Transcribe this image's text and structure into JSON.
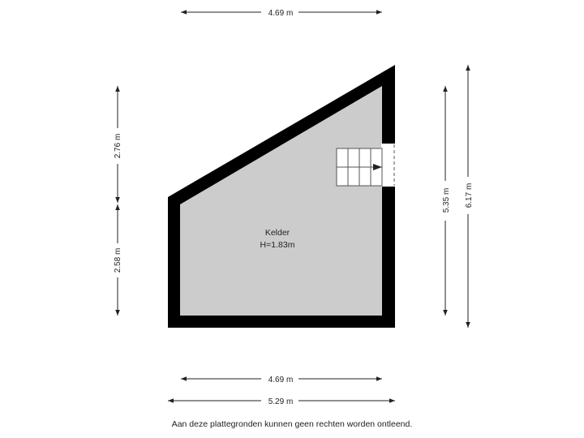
{
  "room": {
    "name": "Kelder",
    "height": "H=1.83m"
  },
  "dimensions": {
    "top_width": "4.69 m",
    "bottom_inner_width": "4.69 m",
    "bottom_outer_width": "5.29 m",
    "left_upper": "2.76 m",
    "left_lower": "2.58 m",
    "right_inner": "5.35 m",
    "right_outer": "6.17 m"
  },
  "colors": {
    "wall": "#000000",
    "floor": "#cccccc",
    "dimension_line": "#222222"
  },
  "disclaimer": "Aan deze plattegronden kunnen geen rechten worden ontleend."
}
